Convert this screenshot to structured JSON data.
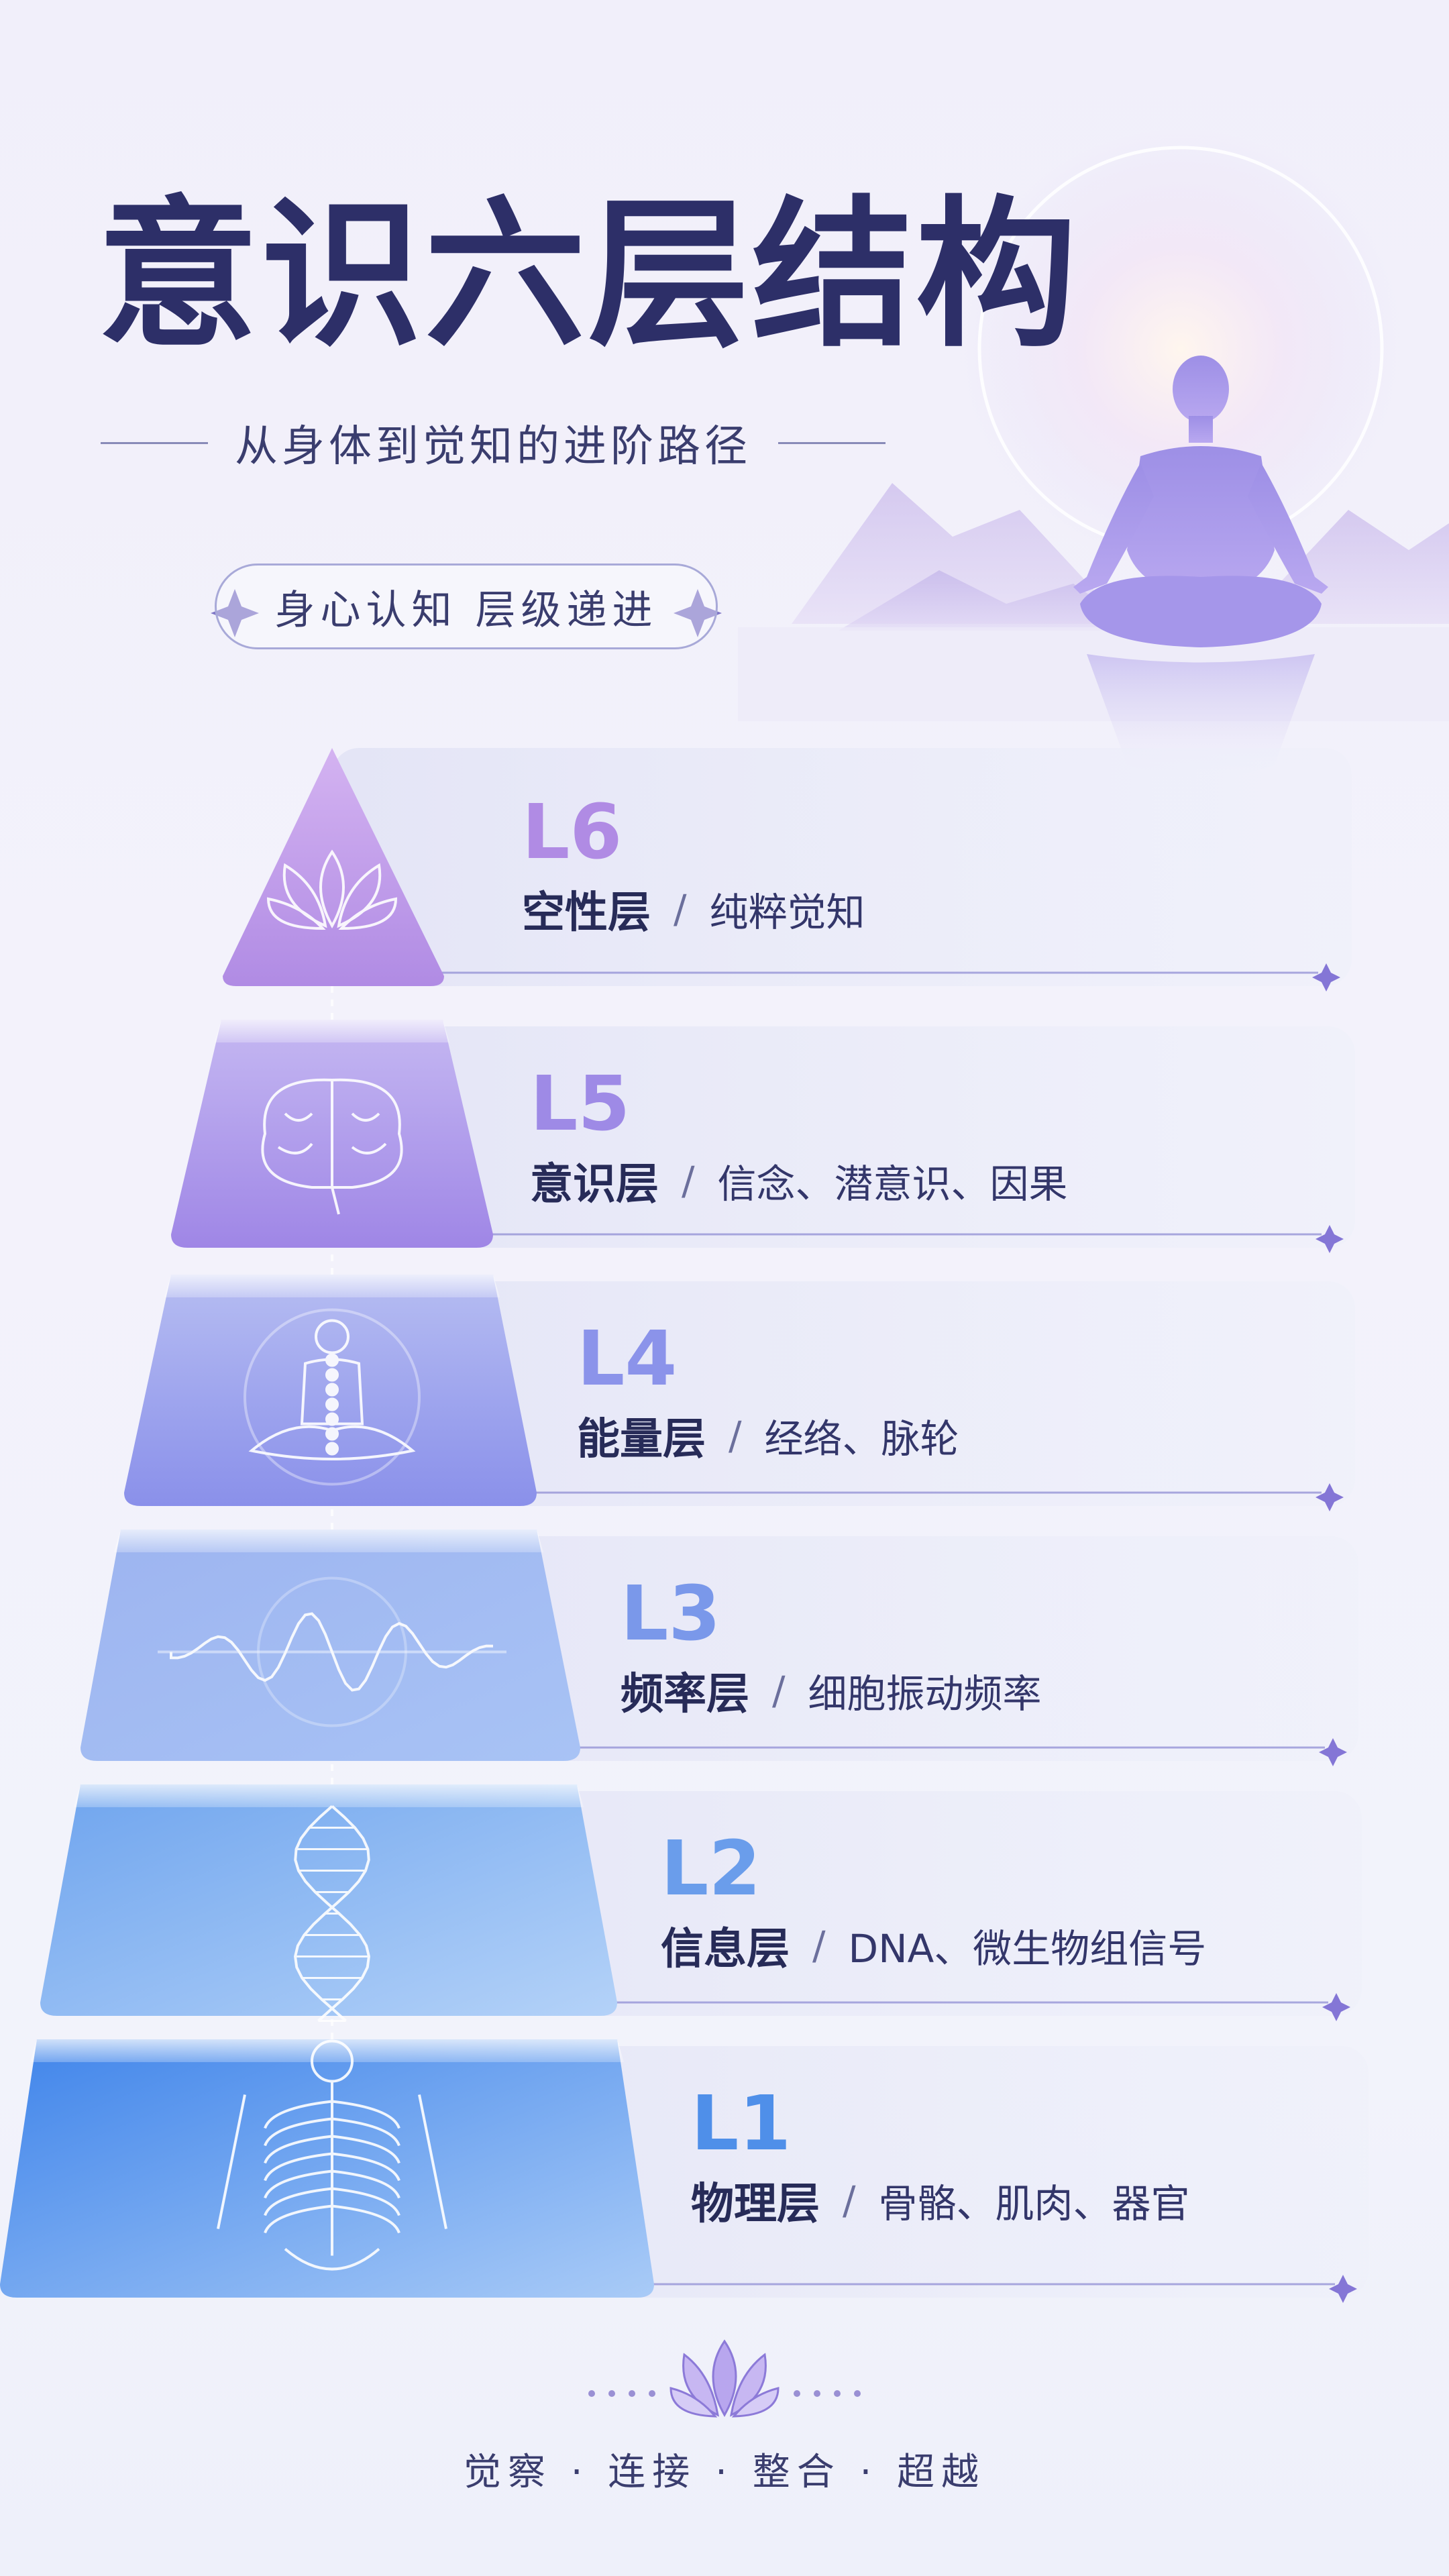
{
  "title": "意识六层结构",
  "subtitle": "从身体到觉知的进阶路径",
  "tagline": "身心认知  层级递进",
  "footer": "觉察 · 连接 · 整合 · 超越",
  "colors": {
    "title": "#2d2f68",
    "top_violet": "#b58fe6",
    "bottom_blue": "#3d84ea"
  },
  "layers": [
    {
      "code": "L6",
      "name": "空性层",
      "separator": "/",
      "desc": "纯粹觉知",
      "icon": "lotus-icon",
      "color": "#b08be4"
    },
    {
      "code": "L5",
      "name": "意识层",
      "separator": "/",
      "desc": "信念、潜意识、因果",
      "icon": "brain-icon",
      "color": "#9e8ae6"
    },
    {
      "code": "L4",
      "name": "能量层",
      "separator": "/",
      "desc": "经络、脉轮",
      "icon": "meditating-body-icon",
      "color": "#8b93ea"
    },
    {
      "code": "L3",
      "name": "频率层",
      "separator": "/",
      "desc": "细胞振动频率",
      "icon": "wave-icon",
      "color": "#7a98ea"
    },
    {
      "code": "L2",
      "name": "信息层",
      "separator": "/",
      "desc": "DNA、微生物组信号",
      "icon": "dna-icon",
      "color": "#6a9deb"
    },
    {
      "code": "L1",
      "name": "物理层",
      "separator": "/",
      "desc": "骨骼、肌肉、器官",
      "icon": "skeleton-icon",
      "color": "#4f8fe9"
    }
  ]
}
